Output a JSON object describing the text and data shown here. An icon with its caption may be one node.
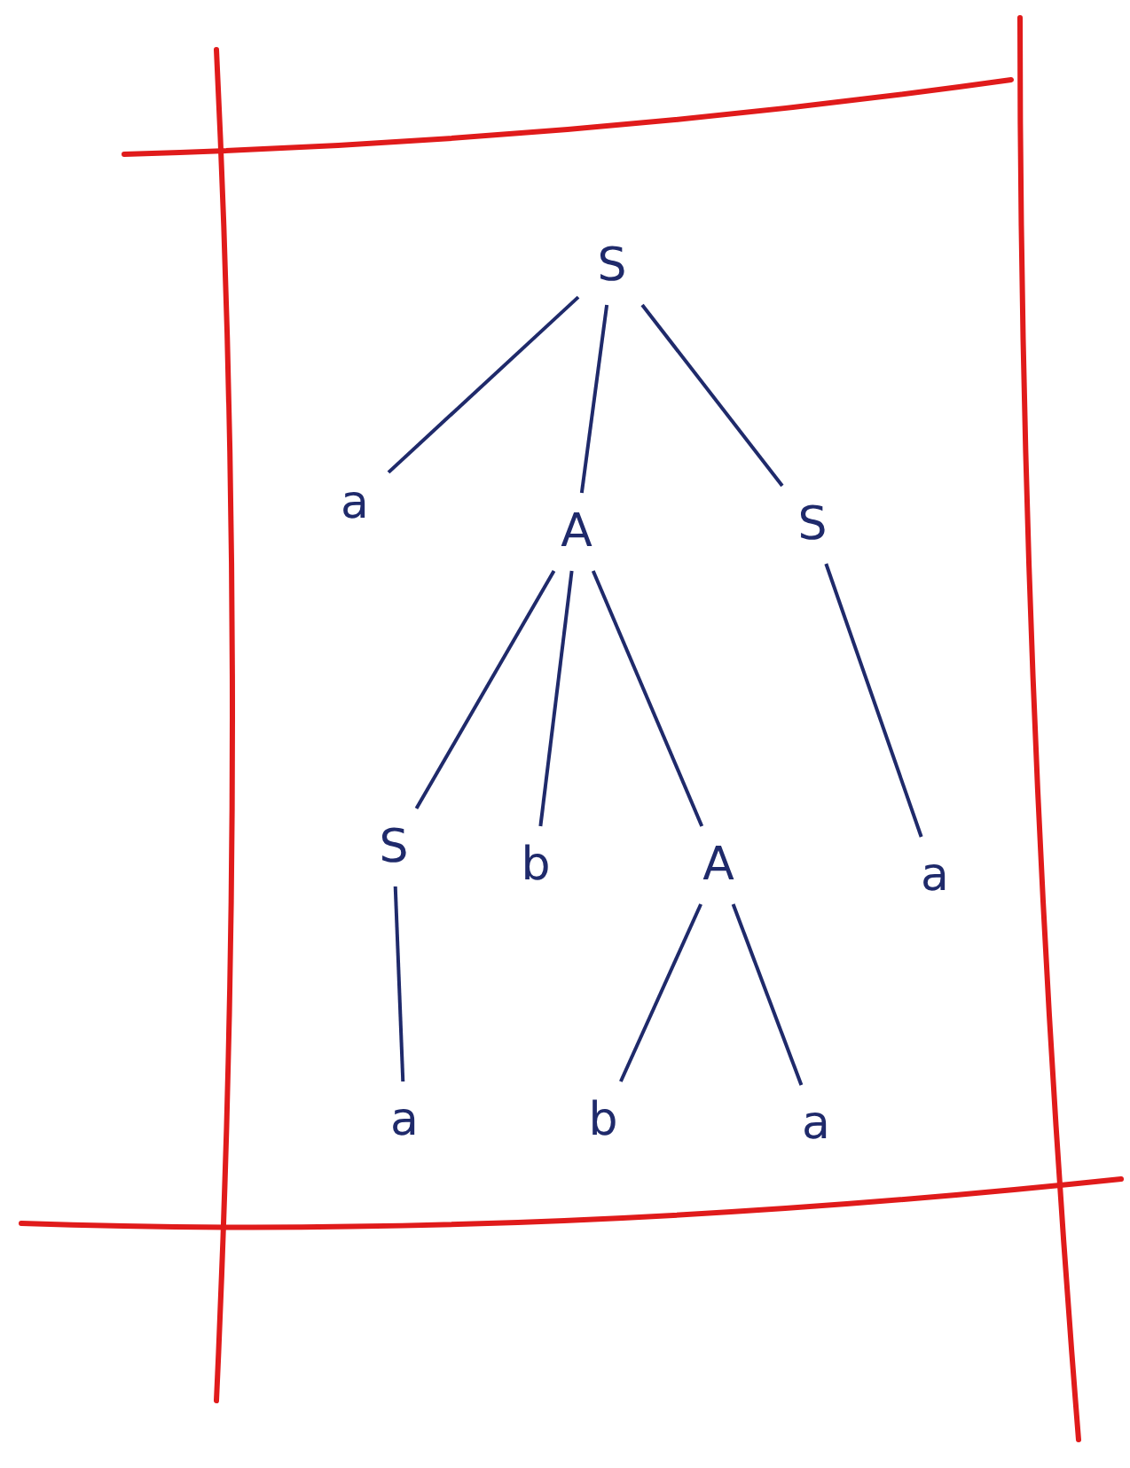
{
  "diagram": {
    "nodes": [
      {
        "text": [
          "S"
        ]
      },
      {
        "text": [
          "a"
        ]
      },
      {
        "text": [
          "A"
        ]
      },
      {
        "text": [
          "S"
        ]
      },
      {
        "text": [
          "S"
        ]
      },
      {
        "text": [
          "b"
        ]
      },
      {
        "text": [
          "A"
        ]
      },
      {
        "text": [
          "a"
        ]
      },
      {
        "text": [
          "a"
        ]
      },
      {
        "text": [
          "b"
        ]
      },
      {
        "text": [
          "a"
        ]
      }
    ],
    "edges": [
      {
        "from": 0,
        "to": 1,
        "arrow": "none"
      },
      {
        "from": 0,
        "to": 2,
        "arrow": "none"
      },
      {
        "from": 0,
        "to": 3,
        "arrow": "none"
      },
      {
        "from": 2,
        "to": 4,
        "arrow": "none"
      },
      {
        "from": 2,
        "to": 5,
        "arrow": "none"
      },
      {
        "from": 2,
        "to": 6,
        "arrow": "none"
      },
      {
        "from": 3,
        "to": 7,
        "arrow": "none"
      },
      {
        "from": 4,
        "to": 8,
        "arrow": "none"
      },
      {
        "from": 6,
        "to": 9,
        "arrow": "none"
      },
      {
        "from": 6,
        "to": 10,
        "arrow": "none"
      }
    ]
  }
}
